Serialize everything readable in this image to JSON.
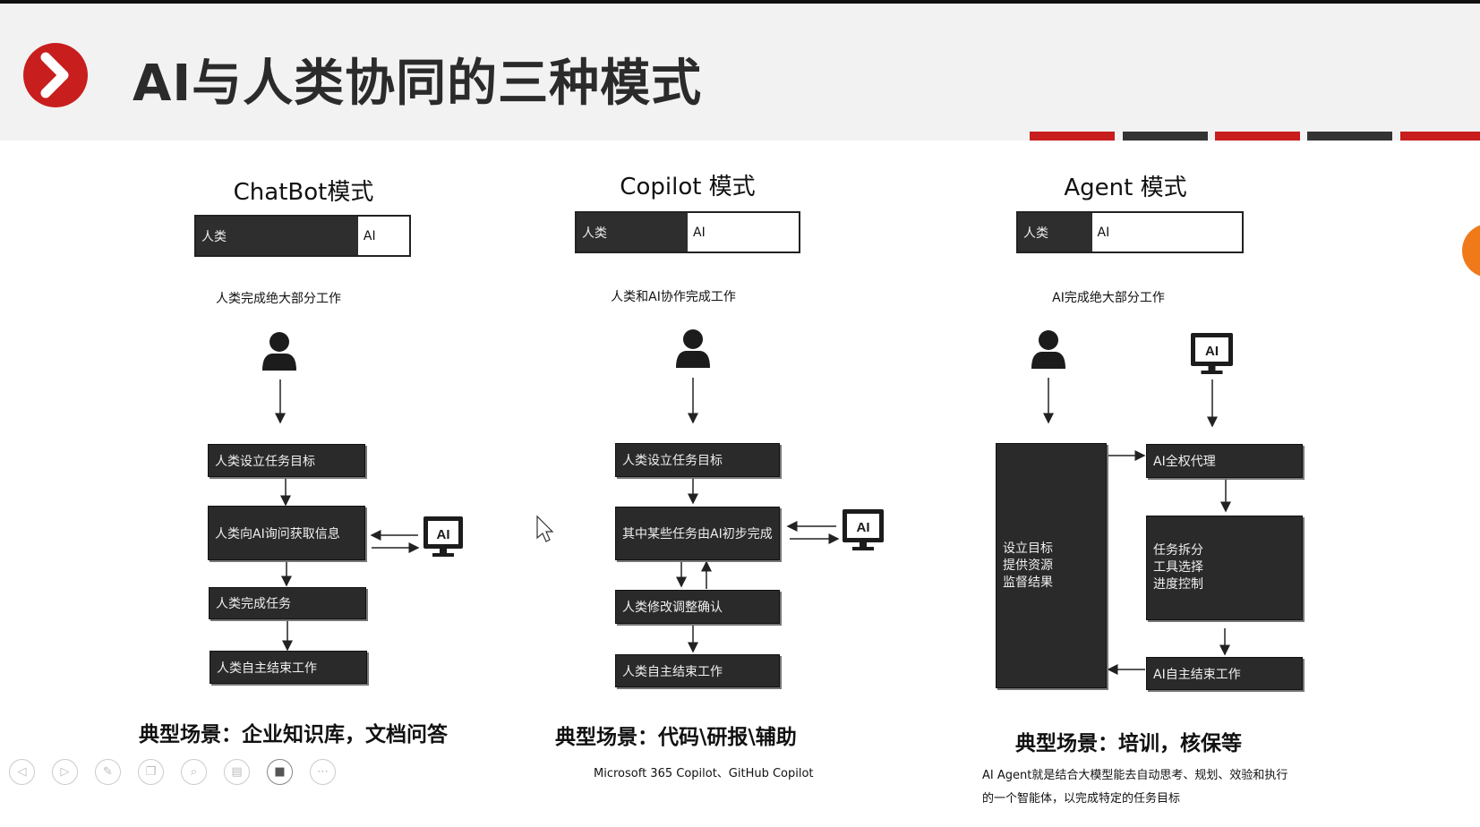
{
  "title": "AI与人类协同的三种模式",
  "columns": [
    {
      "name": "ChatBot模式",
      "ratio": {
        "human_label": "人类",
        "ai_label": "AI",
        "human_share": 0.76
      },
      "caption": "人类完成绝大部分工作",
      "steps": [
        "人类设立任务目标",
        "人类向AI询问获取信息",
        "人类完成任务",
        "人类自主结束工作"
      ],
      "scene": "典型场景：企业知识库，文档问答",
      "note": ""
    },
    {
      "name": "Copilot 模式",
      "ratio": {
        "human_label": "人类",
        "ai_label": "AI",
        "human_share": 0.5
      },
      "caption": "人类和AI协作完成工作",
      "steps": [
        "人类设立任务目标",
        "其中某些任务由AI初步完成",
        "人类修改调整确认",
        "人类自主结束工作"
      ],
      "scene": "典型场景：代码\\研报\\辅助",
      "note": "Microsoft 365 Copilot、GitHub Copilot"
    },
    {
      "name": "Agent 模式",
      "ratio": {
        "human_label": "人类",
        "ai_label": "AI",
        "human_share": 0.33
      },
      "caption": "AI完成绝大部分工作",
      "human_block": [
        "设立目标",
        "提供资源",
        "监督结果"
      ],
      "ai_steps": [
        "AI全权代理",
        "任务拆分",
        "工具选择",
        "进度控制",
        "AI自主结束工作"
      ],
      "scene": "典型场景：培训，核保等",
      "note_lines": [
        "AI Agent就是结合大模型能去自动思考、规划、效验和执行",
        "的一个智能体，以完成特定的任务目标"
      ]
    }
  ],
  "ai_monitor_label": "AI",
  "icons": {
    "logo": "chevron-right-icon",
    "person": "person-icon",
    "monitor": "ai-monitor-icon",
    "cursor": "mouse-pointer-icon"
  },
  "toolbar": [
    "prev-icon",
    "next-icon",
    "pen-icon",
    "copy-icon",
    "zoom-icon",
    "subtitle-icon",
    "camera-icon",
    "more-icon"
  ],
  "colors": {
    "accent": "#c81e1e",
    "box": "#2a2a2a",
    "header_bg": "#f2f2f2"
  }
}
